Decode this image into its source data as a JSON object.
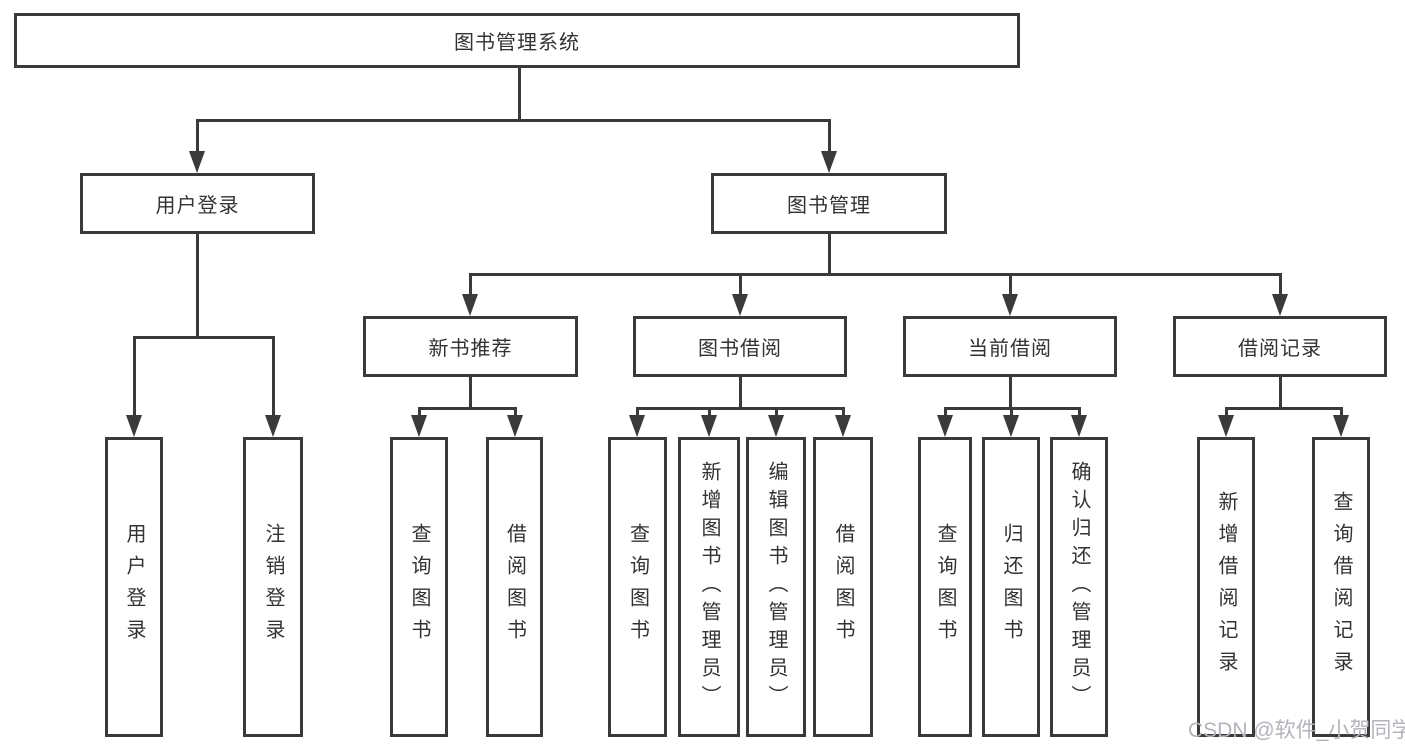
{
  "diagram": {
    "type": "hierarchy-tree",
    "colors": {
      "background": "#ffffff",
      "line": "#3a3a3a",
      "box_border": "#3a3a3a",
      "text": "#333333",
      "watermark": "#b3b3bb"
    },
    "nodes": {
      "root": "图书管理系统",
      "user_login_branch": "用户登录",
      "book_management": "图书管理",
      "new_book_recommend": "新书推荐",
      "book_borrowing": "图书借阅",
      "current_borrowing": "当前借阅",
      "borrowing_records": "借阅记录",
      "leaves": {
        "user_login": "用户登录",
        "logout": "注销登录",
        "recommend_query_books": "查询图书",
        "recommend_borrow_books": "借阅图书",
        "borrowing_query_books": "查询图书",
        "borrowing_add_books": "新增图书（管理员）",
        "borrowing_edit_books": "编辑图书（管理员）",
        "borrowing_borrow_books": "借阅图书",
        "current_query_books": "查询图书",
        "current_return_books": "归还图书",
        "current_confirm_return": "确认归还（管理员）",
        "records_add_record": "新增借阅记录",
        "records_query_record": "查询借阅记录"
      }
    },
    "hierarchy": {
      "图书管理系统": {
        "用户登录": [
          "用户登录",
          "注销登录"
        ],
        "图书管理": {
          "新书推荐": [
            "查询图书",
            "借阅图书"
          ],
          "图书借阅": [
            "查询图书",
            "新增图书（管理员）",
            "编辑图书（管理员）",
            "借阅图书"
          ],
          "当前借阅": [
            "查询图书",
            "归还图书",
            "确认归还（管理员）"
          ],
          "借阅记录": [
            "新增借阅记录",
            "查询借阅记录"
          ]
        }
      }
    }
  },
  "watermark": {
    "text": "CSDN @软件_小贺同学"
  }
}
